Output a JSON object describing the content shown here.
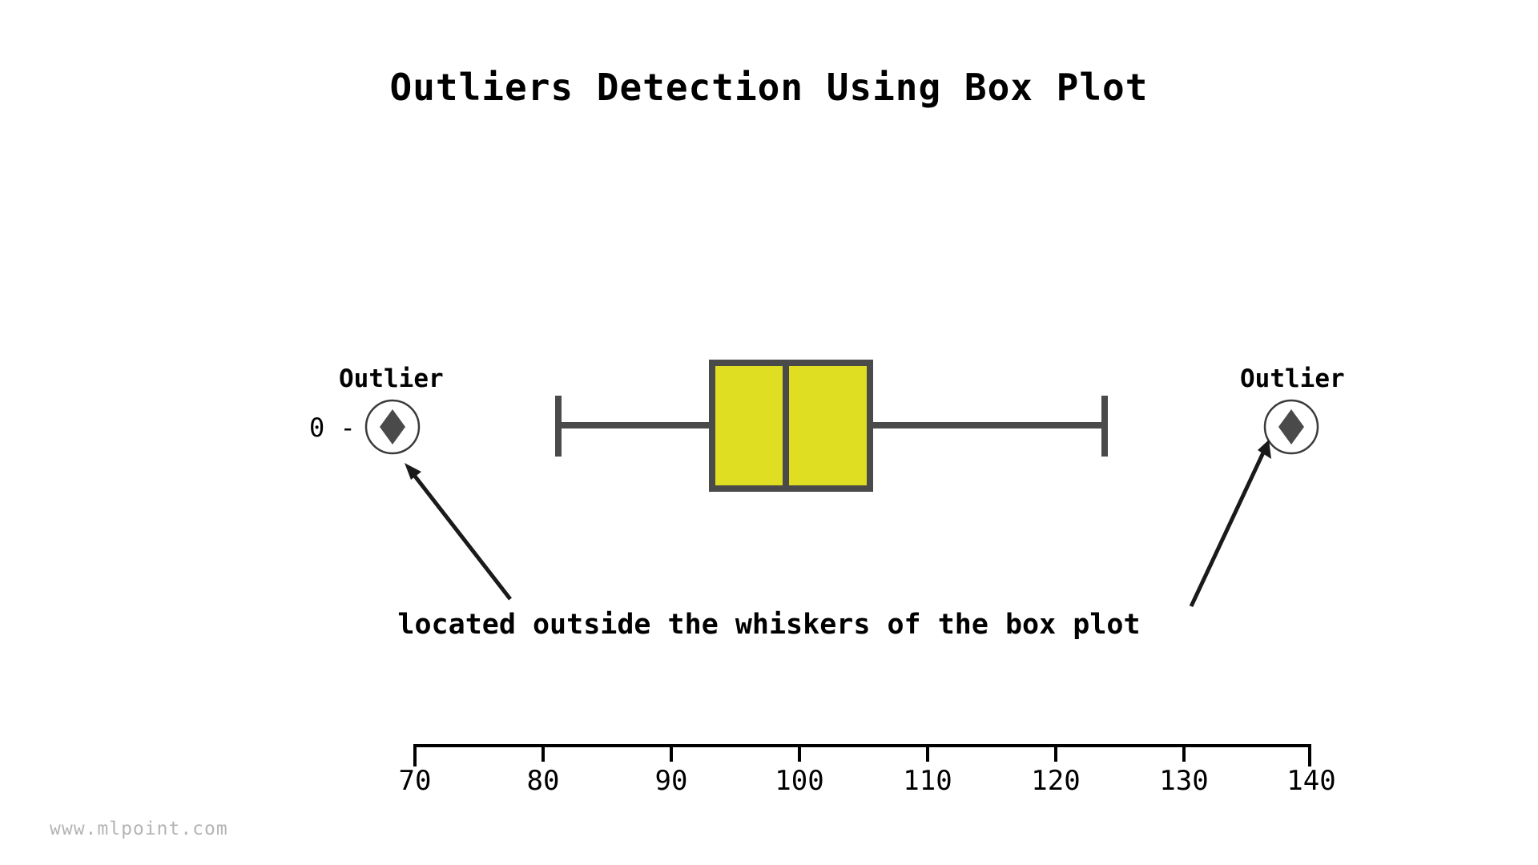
{
  "page": {
    "background": "#ffffff",
    "title": "Outliers Detection Using Box Plot",
    "watermark": "www.mlpoint.com"
  },
  "annotations": {
    "outlier_left_label": "Outlier",
    "outlier_right_label": "Outlier",
    "caption": "located outside the whiskers of the box plot",
    "y_tick_label": "0 -"
  },
  "colors": {
    "box_fill": "#e0de22",
    "box_edge": "#4a4a4a",
    "whisker": "#4a4a4a",
    "marker": "#4a4a4a",
    "axis": "#000000",
    "text": "#000000",
    "watermark": "#b4b4b4"
  },
  "chart_data": {
    "type": "box",
    "title": "Outliers Detection Using Box Plot",
    "xlabel": "",
    "ylabel": "",
    "orientation": "horizontal",
    "xlim": [
      70,
      140
    ],
    "grid": false,
    "legend": null,
    "categories": [
      "0"
    ],
    "xticks": [
      70,
      80,
      90,
      100,
      110,
      120,
      130,
      140
    ],
    "xticklabels": [
      "70",
      "80",
      "90",
      "100",
      "110",
      "120",
      "130",
      "140"
    ],
    "series": [
      {
        "name": "0",
        "whisker_low": 81.1,
        "q1": 93.1,
        "median": 98.9,
        "q3": 105.9,
        "whisker_high": 124.0,
        "outliers": [
          68.4,
          137.5
        ]
      }
    ],
    "annotations": [
      {
        "text": "Outlier",
        "points_to": 68.4,
        "position": "left"
      },
      {
        "text": "Outlier",
        "points_to": 137.5,
        "position": "right"
      },
      {
        "text": "located outside the whiskers of the box plot",
        "position": "below-center"
      }
    ]
  }
}
